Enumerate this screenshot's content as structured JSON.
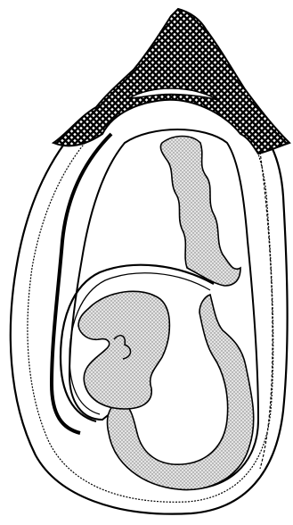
{
  "figure": {
    "labels": [],
    "colors": {
      "line": "#000000",
      "background": "#ffffff",
      "dotted_fill": "#cfcfcf",
      "hatch_fill": "#000000"
    },
    "regions": [
      "crosshatched-cap",
      "outer-coat",
      "inner-coat",
      "embryo-sac-cavity",
      "upper-stippled-lobe",
      "curved-stippled-tube",
      "lower-stippled-lobe"
    ]
  }
}
